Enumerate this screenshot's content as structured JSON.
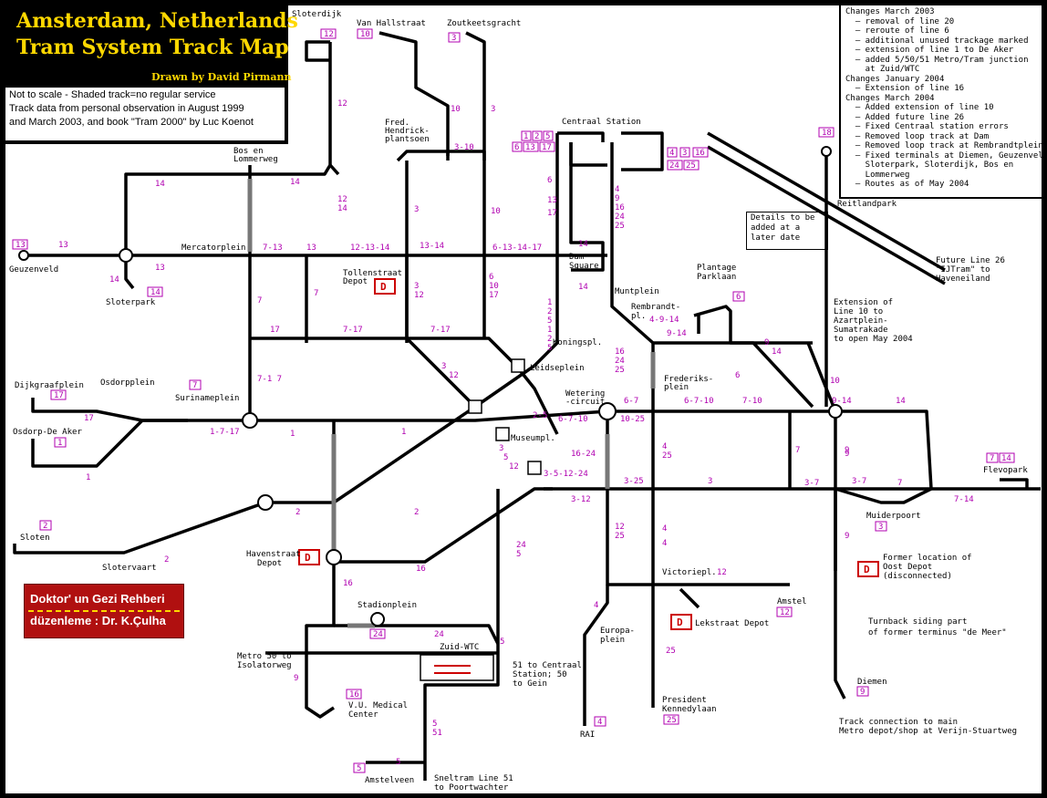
{
  "header": {
    "title_line1": "Amsterdam, Netherlands",
    "title_line2": "Tram System Track Map",
    "author": "Drawn by David Pirmann"
  },
  "notes": [
    "Not to scale  - Shaded track=no regular service",
    "Track data from personal observation in August 1999",
    "and March 2003, and book \"Tram 2000\" by Luc Koenot"
  ],
  "changes": [
    "Changes March 2003",
    "  — removal of line 20",
    "  — reroute of line 6",
    "  — additional unused trackage marked",
    "  — extension of line 1 to De Aker",
    "  — added 5/50/51 Metro/Tram junction",
    "    at Zuid/WTC",
    "",
    "Changes January 2004",
    "  — Extension of line 16",
    "",
    "Changes March 2004",
    "  — Added extension of line 10",
    "  — Added future line 26",
    "  — Fixed Centraal station errors",
    "  — Removed loop track at Dam",
    "  — Removed loop track at Rembrandtplein",
    "  — Fixed terminals at Diemen, Geuzenveld,",
    "    Sloterpark, Sloterdijk, Bos en",
    "    Lommerweg",
    "  — Routes as of May 2004"
  ],
  "details_note": [
    "Details to be",
    "added at a",
    "later date"
  ],
  "badge": {
    "line1": "Doktor' un  Gezi  Rehberi",
    "line2": "düzenleme :  Dr. K.Çulha"
  },
  "colors": {
    "track": "#000000",
    "route_numbers": "#b000b0",
    "depot": "#cc0000",
    "title": "#ffd800",
    "badge": "#b01010"
  },
  "labels": [
    {
      "id": "sloterdijk",
      "text": "Sloterdijk"
    },
    {
      "id": "vanhallstraat",
      "text": "Van Hallstraat"
    },
    {
      "id": "zoutkeetsgracht",
      "text": "Zoutkeetsgracht"
    },
    {
      "id": "fred1",
      "text": "Fred."
    },
    {
      "id": "fred2",
      "text": "Hendrick-"
    },
    {
      "id": "fred3",
      "text": "plantsoen"
    },
    {
      "id": "centraal",
      "text": "Centraal Station"
    },
    {
      "id": "bos1",
      "text": "Bos en"
    },
    {
      "id": "bos2",
      "text": "Lommerweg"
    },
    {
      "id": "mercator",
      "text": "Mercatorplein"
    },
    {
      "id": "geuzenveld",
      "text": "Geuzenveld"
    },
    {
      "id": "sloterpark",
      "text": "Sloterpark"
    },
    {
      "id": "tollen1",
      "text": "Tollenstraat"
    },
    {
      "id": "tollen2",
      "text": "Depot"
    },
    {
      "id": "dam1",
      "text": "Dam"
    },
    {
      "id": "dam2",
      "text": "Square"
    },
    {
      "id": "muntplein",
      "text": "Muntplein"
    },
    {
      "id": "rembr1",
      "text": "Rembrandt-"
    },
    {
      "id": "rembr2",
      "text": "pl."
    },
    {
      "id": "plantage1",
      "text": "Plantage"
    },
    {
      "id": "plantage2",
      "text": "Parklaan"
    },
    {
      "id": "reitland",
      "text": "Reitlandpark"
    },
    {
      "id": "fut1",
      "text": "Future Line 26"
    },
    {
      "id": "fut2",
      "text": "\"IJTram\" to"
    },
    {
      "id": "fut3",
      "text": "Haveneiland"
    },
    {
      "id": "ext1",
      "text": "Extension of"
    },
    {
      "id": "ext2",
      "text": "Line 10 to"
    },
    {
      "id": "ext3",
      "text": "Azartplein-"
    },
    {
      "id": "ext4",
      "text": "Sumatrakade"
    },
    {
      "id": "ext5",
      "text": "to open May 2004"
    },
    {
      "id": "koning",
      "text": "Koningspl."
    },
    {
      "id": "leidse",
      "text": "Leidseplein"
    },
    {
      "id": "wet1",
      "text": "Wetering"
    },
    {
      "id": "wet2",
      "text": "-circuit"
    },
    {
      "id": "frederiks1",
      "text": "Frederiks-"
    },
    {
      "id": "frederiks2",
      "text": "plein"
    },
    {
      "id": "dijkgraaf",
      "text": "Dijkgraafplein"
    },
    {
      "id": "osdorpplein",
      "text": "Osdorpplein"
    },
    {
      "id": "surinam",
      "text": "Surinameplein"
    },
    {
      "id": "osdorpaker",
      "text": "Osdorp-De Aker"
    },
    {
      "id": "museum",
      "text": "Museumpl."
    },
    {
      "id": "sloten",
      "text": "Sloten"
    },
    {
      "id": "slotervaart",
      "text": "Slotervaart"
    },
    {
      "id": "haven1",
      "text": "Havenstraat"
    },
    {
      "id": "haven2",
      "text": "Depot"
    },
    {
      "id": "stadion",
      "text": "Stadionplein"
    },
    {
      "id": "zuidwtc",
      "text": "Zuid-WTC"
    },
    {
      "id": "metro1",
      "text": "Metro 50 to"
    },
    {
      "id": "metro2",
      "text": "Isolatorweg"
    },
    {
      "id": "cs1",
      "text": "51 to Centraal"
    },
    {
      "id": "cs2",
      "text": "Station; 50"
    },
    {
      "id": "cs3",
      "text": "to Gein"
    },
    {
      "id": "vu1",
      "text": "V.U. Medical"
    },
    {
      "id": "vu2",
      "text": "Center"
    },
    {
      "id": "amstelveen",
      "text": "Amstelveen"
    },
    {
      "id": "snel1",
      "text": "Sneltram Line 51"
    },
    {
      "id": "snel2",
      "text": "to Poortwachter"
    },
    {
      "id": "europa1",
      "text": "Europa-"
    },
    {
      "id": "europa2",
      "text": "plein"
    },
    {
      "id": "rai",
      "text": "RAI"
    },
    {
      "id": "victorie",
      "text": "Victoriepl."
    },
    {
      "id": "lekstraat",
      "text": "Lekstraat Depot"
    },
    {
      "id": "amstel",
      "text": "Amstel"
    },
    {
      "id": "pres1",
      "text": "President"
    },
    {
      "id": "pres2",
      "text": "Kennedylaan"
    },
    {
      "id": "muider",
      "text": "Muiderpoort"
    },
    {
      "id": "flevopark",
      "text": "Flevopark"
    },
    {
      "id": "oost1",
      "text": "Former location of"
    },
    {
      "id": "oost2",
      "text": "Oost Depot"
    },
    {
      "id": "oost3",
      "text": "(disconnected)"
    },
    {
      "id": "turn1",
      "text": "Turnback siding part"
    },
    {
      "id": "turn2",
      "text": "of former terminus \"de Meer\""
    },
    {
      "id": "diemen",
      "text": "Diemen"
    },
    {
      "id": "track1",
      "text": "Track connection to main"
    },
    {
      "id": "track2",
      "text": "Metro depot/shop at Verijn-Stuartweg"
    }
  ],
  "route_labels": [
    "13",
    "13",
    "14",
    "14",
    "14",
    "7-13",
    "13",
    "12-13-14",
    "13-14",
    "6-13-14-17",
    "12",
    "12",
    "14",
    "10",
    "3",
    "3-10",
    "3",
    "10",
    "14",
    "1",
    "2",
    "5",
    "6",
    "13",
    "17",
    "4",
    "9",
    "16",
    "24",
    "25",
    "14",
    "3",
    "12",
    "6",
    "10",
    "17",
    "7",
    "7",
    "17",
    "7-17",
    "7-17",
    "7-1 7",
    "3",
    "12",
    "1",
    "2",
    "5",
    "16",
    "24",
    "25",
    "9-14",
    "6",
    "9",
    "14",
    "10",
    "6-7",
    "6-7-10",
    "6-7-10",
    "7-10",
    "9-14",
    "14",
    "10-25",
    "2-5",
    "16-24",
    "3-5-12-24",
    "3",
    "5",
    "12",
    "4",
    "25",
    "7",
    "9",
    "3-25",
    "3",
    "3-7",
    "3-7",
    "7",
    "7-14",
    "3-12",
    "12",
    "25",
    "4",
    "17",
    "1-7-17",
    "1",
    "1",
    "1",
    "2",
    "2",
    "2",
    "16",
    "24",
    "5",
    "24",
    "5",
    "5",
    "51",
    "16",
    "4",
    "25",
    "12",
    "5",
    "4",
    "9",
    "9",
    "4-9-14"
  ],
  "route_boxes": [
    "12",
    "10",
    "3",
    "13",
    "17",
    "14",
    "1",
    "2",
    "7",
    "1",
    "2",
    "5",
    "6",
    "13",
    "17",
    "4",
    "3",
    "16",
    "24",
    "25",
    "18",
    "6",
    "3",
    "7",
    "14",
    "16",
    "24",
    "5",
    "4",
    "25",
    "12",
    "9"
  ],
  "depots": [
    "D",
    "D",
    "D",
    "D"
  ]
}
